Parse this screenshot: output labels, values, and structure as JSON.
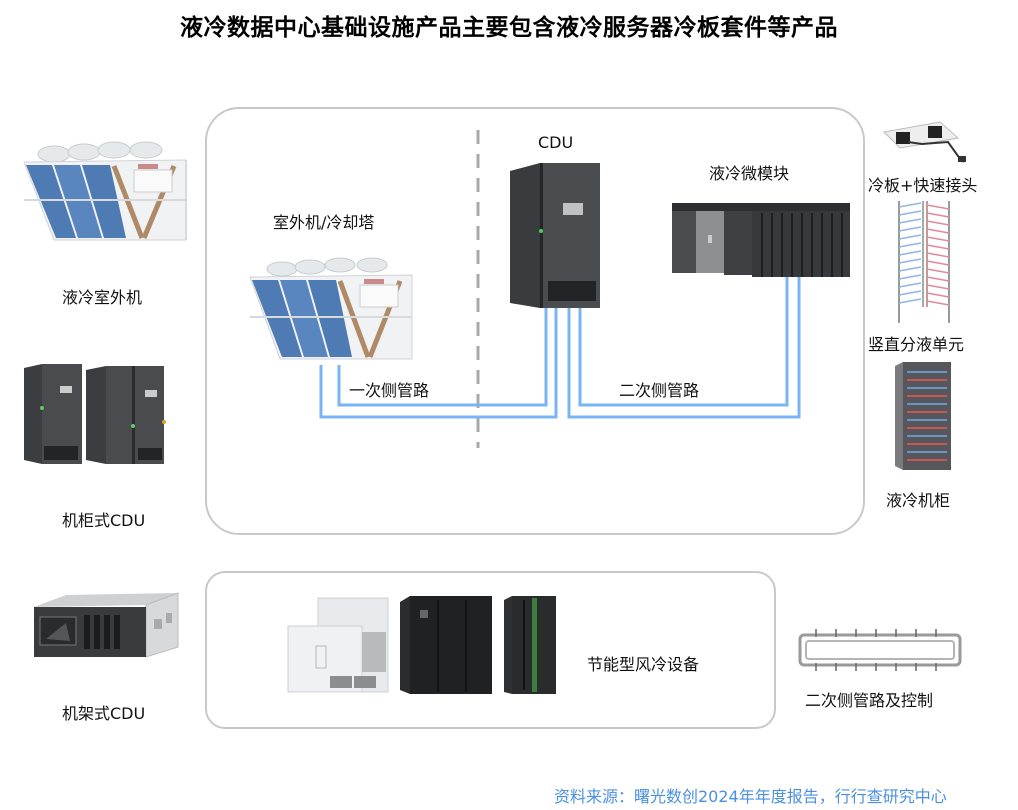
{
  "title": "液冷数据中心基础设施产品主要包含液冷服务器冷板套件等产品",
  "left_column": [
    {
      "label": "液冷室外机",
      "icon": "outdoor-unit-icon"
    },
    {
      "label": "机柜式CDU",
      "icon": "cabinet-cdu-icon"
    },
    {
      "label": "机架式CDU",
      "icon": "rack-cdu-icon"
    }
  ],
  "main_panel": {
    "outdoor_unit_label": "室外机/冷却塔",
    "cdu_label": "CDU",
    "micro_module_label": "液冷微模块",
    "primary_loop_label": "一次侧管路",
    "secondary_loop_label": "二次侧管路"
  },
  "right_column": [
    {
      "label": "冷板+快速接头",
      "icon": "cold-plate-icon"
    },
    {
      "label": "竖直分液单元",
      "icon": "manifold-icon"
    },
    {
      "label": "液冷机柜",
      "icon": "liquid-rack-icon"
    }
  ],
  "bottom_panel": {
    "label": "节能型风冷设备"
  },
  "bottom_right": {
    "label": "二次侧管路及控制",
    "icon": "secondary-piping-icon"
  },
  "source": "资料来源：曙光数创2024年年度报告，行行查研究中心",
  "colors": {
    "pipe": "#7ab4f5",
    "panel_border": "#c9c9c9",
    "divider": "#a9a9a9",
    "source_text": "#4a90e2"
  }
}
